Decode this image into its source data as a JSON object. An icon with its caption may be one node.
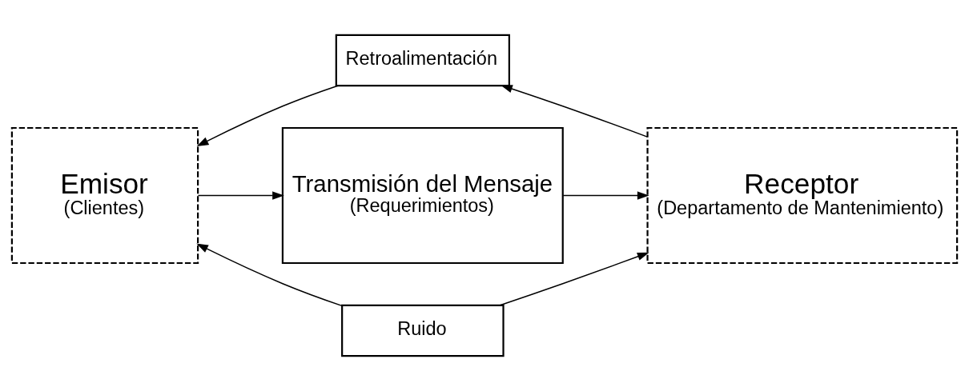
{
  "diagram": {
    "nodes": [
      {
        "text": [
          "Retroalimentación"
        ]
      },
      {
        "text": [
          "Emisor",
          "(Clientes)"
        ]
      },
      {
        "text": [
          "Transmisión del Mensaje",
          "(Requerimientos)"
        ]
      },
      {
        "text": [
          "Receptor",
          "(Departamento de Mantenimiento)"
        ]
      },
      {
        "text": [
          "Ruido"
        ]
      }
    ],
    "edges": [
      {
        "from": 0,
        "to": 1,
        "arrow": "to"
      },
      {
        "from": 1,
        "to": 2,
        "arrow": "to"
      },
      {
        "from": 2,
        "to": 3,
        "arrow": "to"
      },
      {
        "from": 3,
        "to": 0,
        "arrow": "to"
      },
      {
        "from": 4,
        "to": 1,
        "arrow": "to"
      },
      {
        "from": 4,
        "to": 3,
        "arrow": "to"
      }
    ]
  }
}
